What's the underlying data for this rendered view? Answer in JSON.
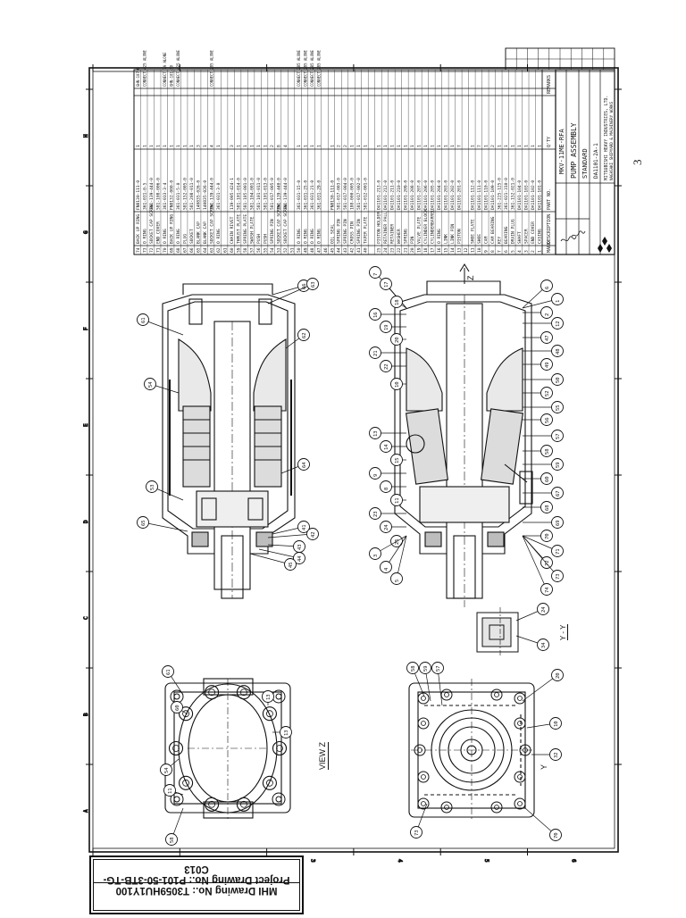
{
  "stamp": {
    "project_label": "Project Drawing No.: P101-50-3TB-TG-C013",
    "mhi_label": "MHI Drawing No.: T3059HU1Y100"
  },
  "page_number": "3",
  "zone_letters": [
    "A",
    "B",
    "C",
    "D",
    "E",
    "F",
    "G",
    "H"
  ],
  "zone_numbers": [
    "1",
    "2",
    "3",
    "4",
    "5",
    "6"
  ],
  "views": {
    "view_z": "VIEW Z",
    "view_y": "Y - Y",
    "section_z": "Z",
    "section_y": "Y"
  },
  "title_block": {
    "model": "MKV-11ME-RFA",
    "title": "PUMP ASSEMBLY",
    "standard": "STANDARD",
    "drawing_no": "DA1101-2A-1",
    "company1": "MITSUBISHI HEAVY INDUSTRIES, LTD.",
    "company2": "NAGASAKI SHIPYARD & MACHINERY WORKS"
  },
  "parts_header": [
    "MARK",
    "DESCRIPTION",
    "PART NO.",
    "Q'TY",
    "REMARKS"
  ],
  "parts_upper": [
    [
      "74",
      "BACK UP RING",
      "FN8130-111-0",
      "1",
      "GHN-107-6"
    ],
    [
      "73",
      "O RING",
      "361-031-0-5",
      "1",
      "CONNECT 425 ALONE"
    ],
    [
      "72",
      "SOCKET CAP SCREW",
      "361-139-444-0",
      "1",
      ""
    ],
    [
      "71",
      "END COVER",
      "581-108-006-0",
      "1",
      ""
    ],
    [
      "70",
      "O RING",
      "361-033-3-4",
      "1",
      "CONNECT 7A ALONE"
    ],
    [
      "69",
      "BACK UP RING",
      "FN8132-000-0",
      "1",
      "GHN-101-10"
    ],
    [
      "68",
      "O RING",
      "361-031-5-0",
      "1",
      "CONNECT 425 ALONE"
    ],
    [
      "67",
      "PLUG",
      "581-152-005-0",
      "1",
      ""
    ],
    [
      "66",
      "SOCKET",
      "581-208-011-0",
      "1",
      ""
    ],
    [
      "65",
      "BLANK CAP",
      "140835-026-0",
      "3",
      ""
    ],
    [
      "64",
      "BLANK CAP",
      "140835-026-0",
      "1",
      ""
    ],
    [
      "63",
      "SOCKET CAP SCREW",
      "361-139-444-0",
      "4",
      "CONNECT 285 ALONE"
    ],
    [
      "62",
      "O RING",
      "361-031-3-0",
      "1",
      ""
    ],
    [
      "61",
      "",
      "",
      "",
      ""
    ],
    [
      "60",
      "CHAIN RIVET",
      "119-005-424-1",
      "3",
      ""
    ],
    [
      "59",
      "THRUST PLATE",
      "581-101-014-0",
      "1",
      ""
    ],
    [
      "58",
      "SPRING PLATE",
      "581-185-001-0",
      "1",
      ""
    ],
    [
      "57",
      "SWASH PLATE",
      "581-104-001-0",
      "1",
      ""
    ],
    [
      "56",
      "PUSH",
      "581-101-011-0",
      "1",
      ""
    ],
    [
      "55",
      "PUSH",
      "581-101-013-0",
      "1",
      ""
    ],
    [
      "54",
      "SPRING PIN",
      "581-017-005-0",
      "2",
      ""
    ],
    [
      "53",
      "SOCKET CAP SCREW",
      "361-139-440-0",
      "8",
      ""
    ],
    [
      "52",
      "SOCKET CAP SCREW",
      "361-139-444-0",
      "4",
      ""
    ],
    [
      "51",
      "",
      "",
      "",
      ""
    ],
    [
      "50",
      "O RING",
      "361-031-15-0",
      "1",
      "CONNECT 285 ALONE"
    ],
    [
      "49",
      "O RING",
      "361-031-25-0",
      "1",
      "CONNECT 285 ALONE"
    ],
    [
      "48",
      "O RING",
      "361-031-21-0",
      "1",
      "CONNECT 285 ALONE"
    ],
    [
      "47",
      "O RING",
      "361-031-29-0",
      "1",
      "CONNECT 285 ALONE"
    ],
    [
      "46",
      "",
      "",
      "",
      ""
    ],
    [
      "45",
      "OIL SEAL",
      "FN8130-111-0",
      "1",
      ""
    ],
    [
      "44",
      "SPRING PIN",
      "581-017-003-0",
      "2",
      ""
    ],
    [
      "43",
      "SPRING PIN",
      "581-017-004-0",
      "2",
      ""
    ],
    [
      "42",
      "CROSS PIN",
      "188-000-005-0",
      "1",
      ""
    ],
    [
      "41",
      "SPRING PIN",
      "581-017-002-0",
      "1",
      ""
    ],
    [
      "40",
      "TAPER PLATE",
      "581-012-001-0",
      "1",
      ""
    ]
  ],
  "parts_lower": [
    [
      "25",
      "PISTON HOLDER",
      "DA1101-213-0",
      "1",
      ""
    ],
    [
      "24",
      "RETAINER PALL",
      "DA1101-212-0",
      "1",
      ""
    ],
    [
      "23",
      "RETAINER",
      "DA1101-211-0",
      "1",
      ""
    ],
    [
      "22",
      "WASHER",
      "DA1101-210-0",
      "1",
      ""
    ],
    [
      "21",
      "SPRING",
      "DA1101-209-0",
      "1",
      ""
    ],
    [
      "20",
      "PIN",
      "DA1101-208-0",
      "1",
      ""
    ],
    [
      "19",
      "VALVE PLATE",
      "DA1101-207-0",
      "1",
      ""
    ],
    [
      "18",
      "CYLINDER BLOCK",
      "DA1101-206-0",
      "1",
      ""
    ],
    [
      "17",
      "CYLINDERBARREL",
      "DA1101-205-0",
      "1",
      ""
    ],
    [
      "16",
      "O RING",
      "DA1101-204-0",
      "1",
      ""
    ],
    [
      "15",
      "LINK",
      "DA1101-203-0",
      "1",
      ""
    ],
    [
      "14",
      "LINK PIN",
      "DA1101-202-0",
      "1",
      ""
    ],
    [
      "13",
      "PISTON",
      "DA1101-201-0",
      "7",
      ""
    ],
    [
      "12",
      "",
      "",
      "",
      ""
    ],
    [
      "11",
      "SHOE PLATE",
      "DA1101-112-0",
      "1",
      ""
    ],
    [
      "10",
      "SHOE",
      "DA1101-111-0",
      "7",
      ""
    ],
    [
      "9",
      "CAM",
      "DA1101-110-0",
      "1",
      ""
    ],
    [
      "8",
      "CAM BEARING",
      "DA1101-109-0",
      "2",
      ""
    ],
    [
      "7",
      "KEY",
      "361-225-125-0",
      "1",
      ""
    ],
    [
      "6",
      "BEARING",
      "361-021-310-0",
      "1",
      ""
    ],
    [
      "5",
      "DRAIN PLUG",
      "361-152-021-0",
      "1",
      ""
    ],
    [
      "4",
      "SHAFT",
      "DA1101-104-0",
      "1",
      ""
    ],
    [
      "3",
      "SPACER",
      "DA1101-103-0",
      "1",
      ""
    ],
    [
      "2",
      "END COVER",
      "DA1101-102-0",
      "1",
      ""
    ],
    [
      "1",
      "CASING",
      "DA1101-101-0",
      "1",
      ""
    ]
  ],
  "balloons_top_left": [
    "61",
    "66",
    "63",
    "62",
    "53",
    "54",
    "65",
    "64",
    "41",
    "42",
    "43",
    "44",
    "45"
  ],
  "balloons_top_right": [
    "7",
    "17",
    "18",
    "16",
    "19",
    "20",
    "21",
    "22",
    "10",
    "13",
    "14",
    "15",
    "9",
    "8",
    "11",
    "23",
    "24",
    "25",
    "3",
    "4",
    "5",
    "6",
    "1",
    "2",
    "12",
    "47",
    "48",
    "49",
    "50",
    "52",
    "55",
    "56",
    "57",
    "58",
    "59",
    "60",
    "67",
    "68",
    "69",
    "70",
    "71",
    "72",
    "73",
    "74"
  ],
  "balloons_bottom_left": [
    "61",
    "60",
    "54",
    "11",
    "58",
    "13",
    "13"
  ],
  "balloons_bottom_right": [
    "58",
    "59",
    "57",
    "20",
    "10",
    "32",
    "73",
    "70"
  ]
}
